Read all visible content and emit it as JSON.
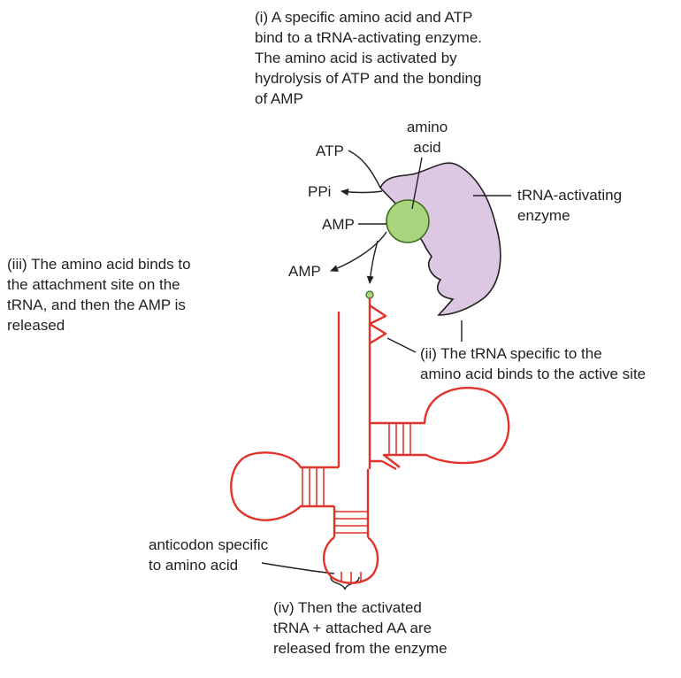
{
  "steps": {
    "step1": "(i) A specific amino acid and ATP\nbind to a tRNA-activating enzyme.\nThe amino acid is activated by\nhydrolysis of ATP and the bonding\nof AMP",
    "step2": "(ii) The tRNA specific to the\namino acid binds to the active site",
    "step3": "(iii) The amino acid binds to\nthe attachment site on the\ntRNA, and then the AMP is\nreleased",
    "step4": "(iv) Then the activated\ntRNA + attached AA are\nreleased from the enzyme"
  },
  "labels": {
    "amino_acid": "amino\nacid",
    "atp": "ATP",
    "ppi": "PPi",
    "amp_bound": "AMP",
    "amp_released": "AMP",
    "enzyme": "tRNA-activating\nenzyme",
    "anticodon": "anticodon specific\nto amino acid"
  },
  "colors": {
    "trna": "#e0342b",
    "enzyme_fill": "#dcc8e3",
    "amino_acid_fill": "#a8d47e",
    "amino_acid_stroke": "#3f6b1f",
    "line": "#231f20"
  }
}
